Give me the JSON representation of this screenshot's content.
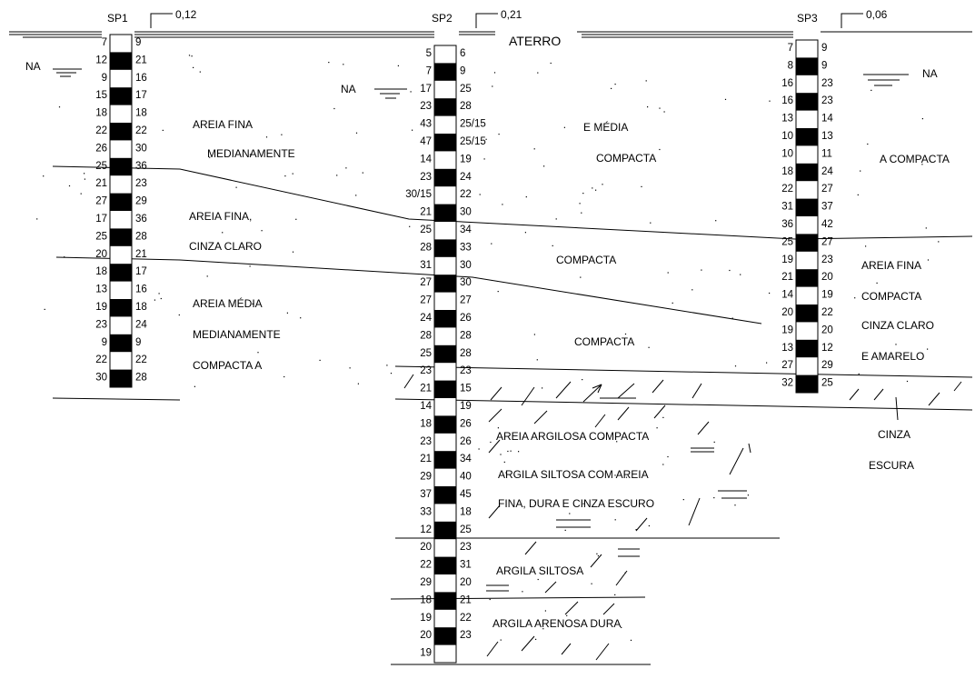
{
  "header": {
    "aterro": "ATERRO",
    "na_label": "NA"
  },
  "boreholes": [
    {
      "id": "SP1",
      "elevation": "0,12",
      "left": [
        "7",
        "12",
        "9",
        "15",
        "18",
        "22",
        "26",
        "25",
        "21",
        "27",
        "17",
        "25",
        "20",
        "18",
        "13",
        "19",
        "23",
        "9",
        "22",
        "30"
      ],
      "right": [
        "9",
        "21",
        "16",
        "17",
        "18",
        "22",
        "30",
        "36",
        "23",
        "29",
        "36",
        "28",
        "21",
        "17",
        "16",
        "18",
        "24",
        "9",
        "22",
        "28"
      ]
    },
    {
      "id": "SP2",
      "elevation": "0,21",
      "left": [
        "5",
        "7",
        "17",
        "23",
        "43",
        "47",
        "14",
        "23",
        "30/15",
        "21",
        "25",
        "28",
        "31",
        "27",
        "27",
        "24",
        "28",
        "25",
        "23",
        "21",
        "14",
        "18",
        "23",
        "21",
        "29",
        "37",
        "33",
        "12",
        "20",
        "22",
        "29",
        "18",
        "19",
        "20",
        "19"
      ],
      "right": [
        "6",
        "9",
        "25",
        "28",
        "25/15",
        "25/15",
        "19",
        "24",
        "22",
        "30",
        "34",
        "33",
        "30",
        "30",
        "27",
        "26",
        "28",
        "28",
        "23",
        "15",
        "19",
        "26",
        "26",
        "34",
        "40",
        "45",
        "18",
        "25",
        "23",
        "31",
        "20",
        "21",
        "22",
        "23"
      ]
    },
    {
      "id": "SP3",
      "elevation": "0,06",
      "left": [
        "7",
        "8",
        "16",
        "16",
        "13",
        "10",
        "10",
        "18",
        "22",
        "31",
        "36",
        "25",
        "19",
        "21",
        "14",
        "20",
        "19",
        "13",
        "27",
        "32"
      ],
      "right": [
        "9",
        "9",
        "23",
        "23",
        "14",
        "13",
        "11",
        "24",
        "27",
        "37",
        "42",
        "27",
        "23",
        "20",
        "19",
        "22",
        "20",
        "12",
        "29",
        "25"
      ]
    }
  ],
  "labels": {
    "areia_fina": "AREIA      FINA",
    "medianamente_1": "MEDIANAMENTE",
    "e_media": "E        MÉDIA",
    "compacta_1": "COMPACTA",
    "a_compacta": "A  COMPACTA",
    "areia_fina_2": "AREIA    FINA,",
    "cinza_claro": "CINZA     CLARO",
    "compacta_2": "COMPACTA",
    "areia_fina_3": "AREIA FINA",
    "compacta_3": "COMPACTA",
    "cinza_claro_2": "CINZA CLARO",
    "e_amarelo": "E AMARELO",
    "areia_media": "AREIA      MÉDIA",
    "medianamente_2": "MEDIANAMENTE",
    "compacta_a": "COMPACTA      A",
    "compacta_4": "COMPACTA",
    "cinza": "CINZA",
    "escura": "ESCURA",
    "areia_argilosa": "AREIA ARGILOSA COMPACTA",
    "argila_siltosa_areia": "ARGILA SILTOSA COM AREIA",
    "fina_dura": "FINA, DURA E CINZA ESCURO",
    "argila_siltosa": "ARGILA SILTOSA",
    "argila_arenosa": "ARGILA ARENOSA DURA"
  }
}
